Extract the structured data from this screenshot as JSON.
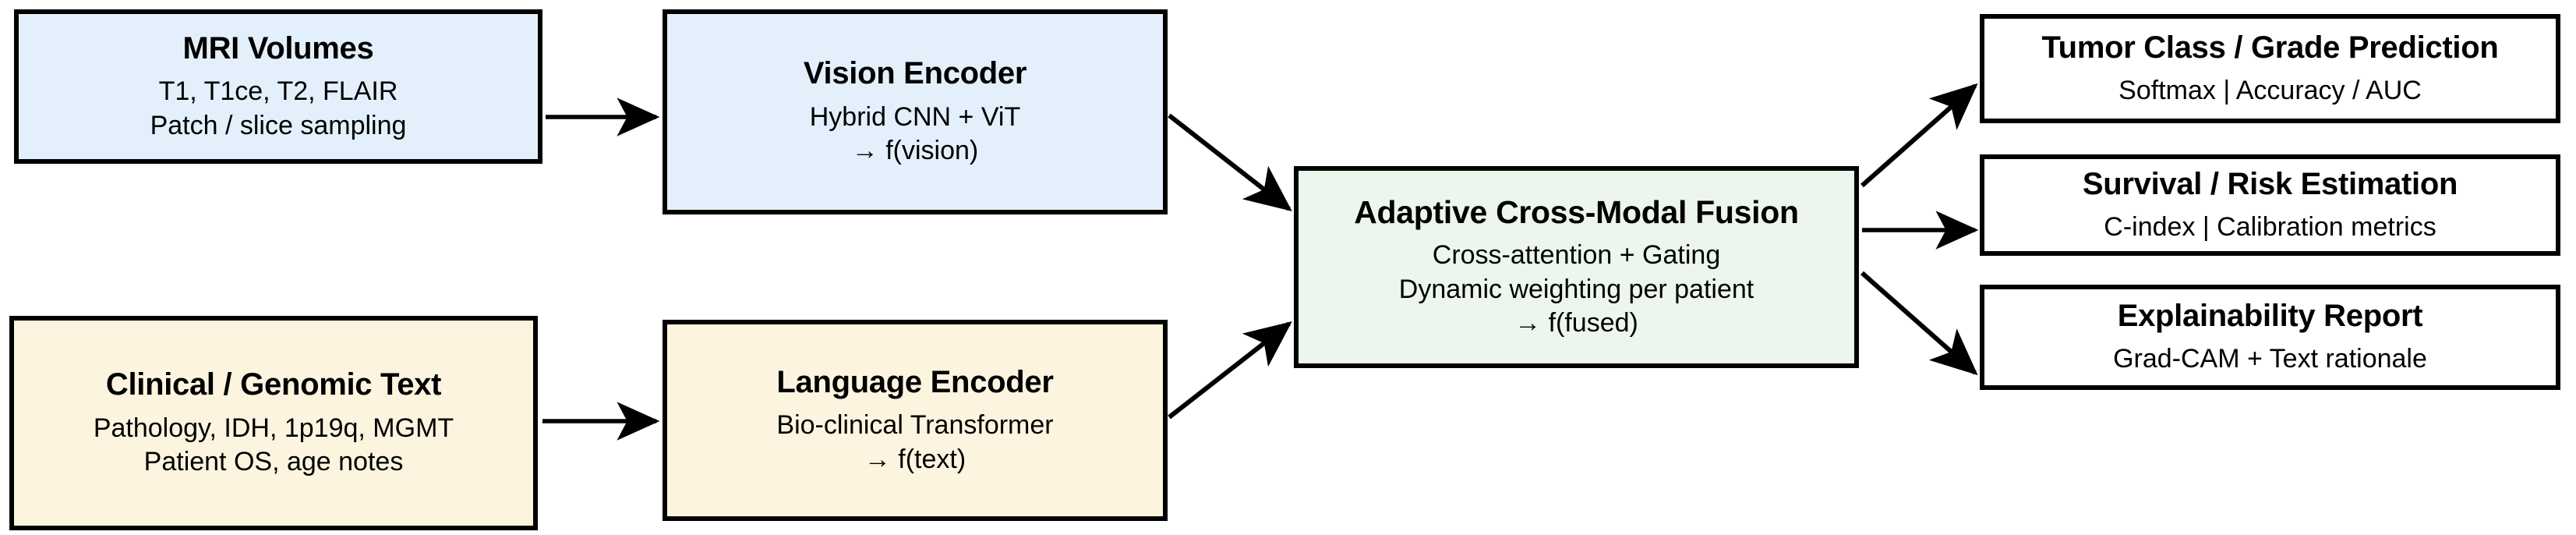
{
  "diagram": {
    "nodes": [
      {
        "id": "mri",
        "title": "MRI Volumes",
        "sub1": "T1, T1ce, T2, FLAIR",
        "sub2": "Patch / slice sampling",
        "fill": "#e3f0fb"
      },
      {
        "id": "vision",
        "title": "Vision Encoder",
        "sub1": "Hybrid CNN + ViT",
        "sub2": "→ f(vision)",
        "fill": "#e3f0fb"
      },
      {
        "id": "clinical",
        "title": "Clinical / Genomic Text",
        "sub1": "Pathology, IDH, 1p19q, MGMT",
        "sub2": "Patient OS, age notes",
        "fill": "#fdf4e0"
      },
      {
        "id": "language",
        "title": "Language Encoder",
        "sub1": "Bio-clinical Transformer",
        "sub2": "→ f(text)",
        "fill": "#fdf4e0"
      },
      {
        "id": "fusion",
        "title": "Adaptive Cross-Modal Fusion",
        "sub1": "Cross-attention + Gating",
        "sub2": "Dynamic weighting per patient",
        "sub3": "→ f(fused)",
        "fill": "#ecf6ec"
      },
      {
        "id": "out-1",
        "title": "Tumor Class / Grade Prediction",
        "sub1": "Softmax | Accuracy / AUC",
        "fill": "#ffffff"
      },
      {
        "id": "out-2",
        "title": "Survival / Risk Estimation",
        "sub1": "C-index | Calibration metrics",
        "fill": "#ffffff"
      },
      {
        "id": "out-3",
        "title": "Explainability Report",
        "sub1": "Grad-CAM + Text rationale",
        "fill": "#ffffff"
      }
    ],
    "edges": [
      {
        "id": "mri-to-vision",
        "from": "mri",
        "to": "vision"
      },
      {
        "id": "clinical-to-language",
        "from": "clinical",
        "to": "language"
      },
      {
        "id": "vision-to-fusion",
        "from": "vision",
        "to": "fusion"
      },
      {
        "id": "language-to-fusion",
        "from": "language",
        "to": "fusion"
      },
      {
        "id": "fusion-to-out-1",
        "from": "fusion",
        "to": "out-1"
      },
      {
        "id": "fusion-to-out-2",
        "from": "fusion",
        "to": "out-2"
      },
      {
        "id": "fusion-to-out-3",
        "from": "fusion",
        "to": "out-3"
      }
    ],
    "colors": {
      "stroke": "#000000",
      "background": "#ffffff",
      "imaging_fill": "#e3f0fb",
      "text_fill": "#fdf4e0",
      "fusion_fill": "#ecf6ec",
      "output_fill": "#ffffff"
    }
  }
}
